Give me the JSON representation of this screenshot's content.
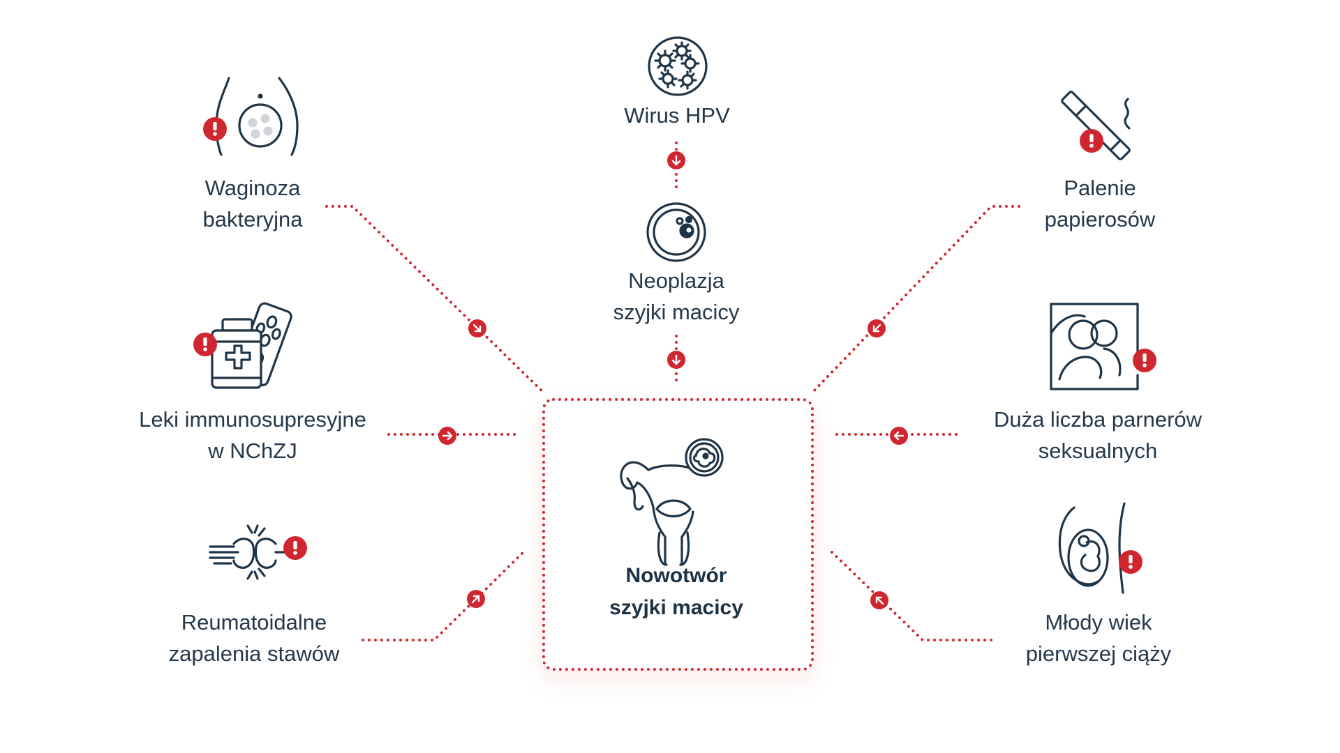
{
  "colors": {
    "accent": "#d0262f",
    "ink": "#24384a",
    "background": "#ffffff"
  },
  "center": {
    "title_line1": "Nowotwór",
    "title_line2": "szyjki macicy",
    "icon": "uterus-tumor-icon"
  },
  "factors": {
    "hpv": {
      "line1": "Wirus HPV",
      "icon": "virus-cells-icon"
    },
    "neoplasia": {
      "line1": "Neoplazja",
      "line2": "szyjki macicy",
      "icon": "abnormal-cell-icon"
    },
    "vaginosis": {
      "line1": "Waginoza",
      "line2": "bakteryjna",
      "icon": "bacteria-pelvis-icon"
    },
    "immuno": {
      "line1": "Leki immunosupresyjne",
      "line2": "w NChZJ",
      "icon": "medication-bottle-pills-icon"
    },
    "rheuma": {
      "line1": "Reumatoidalne",
      "line2": "zapalenia stawów",
      "icon": "painful-joint-icon"
    },
    "smoking": {
      "line1": "Palenie",
      "line2": "papierosów",
      "icon": "cigarette-icon"
    },
    "partners": {
      "line1": "Duża liczba parnerów",
      "line2": "seksualnych",
      "icon": "couple-in-bed-icon"
    },
    "pregnancy": {
      "line1": "Młody wiek",
      "line2": "pierwszej ciąży",
      "icon": "pregnancy-icon"
    }
  }
}
